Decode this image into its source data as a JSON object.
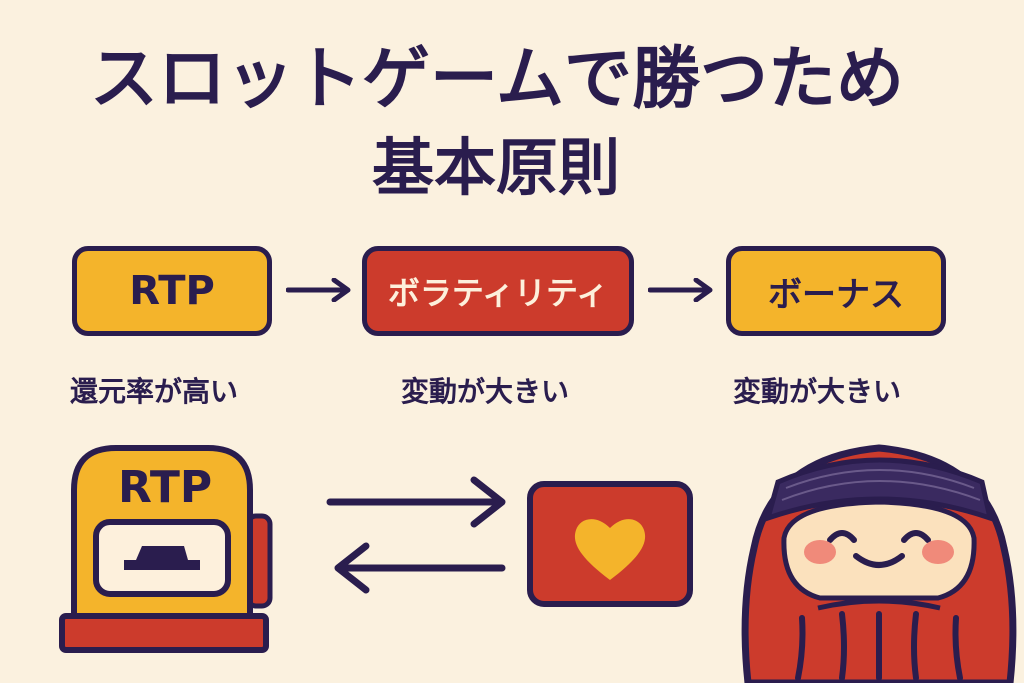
{
  "title": {
    "line1": "スロットゲームで勝つため",
    "line2": "基本原則"
  },
  "flow": [
    {
      "label": "RTP",
      "caption": "還元率が高い"
    },
    {
      "label": "ボラティリティ",
      "caption": "変動が大きい"
    },
    {
      "label": "ボーナス",
      "caption": "変動が大きい"
    }
  ],
  "illustration": {
    "machine_label": "RTP",
    "icons": [
      "slot-machine-icon",
      "exchange-arrows-icon",
      "heart-card-icon",
      "daruma-icon"
    ]
  },
  "colors": {
    "background": "#fbf1df",
    "ink": "#2a1d4e",
    "yellow": "#f4b42b",
    "red": "#cc3b2c"
  }
}
